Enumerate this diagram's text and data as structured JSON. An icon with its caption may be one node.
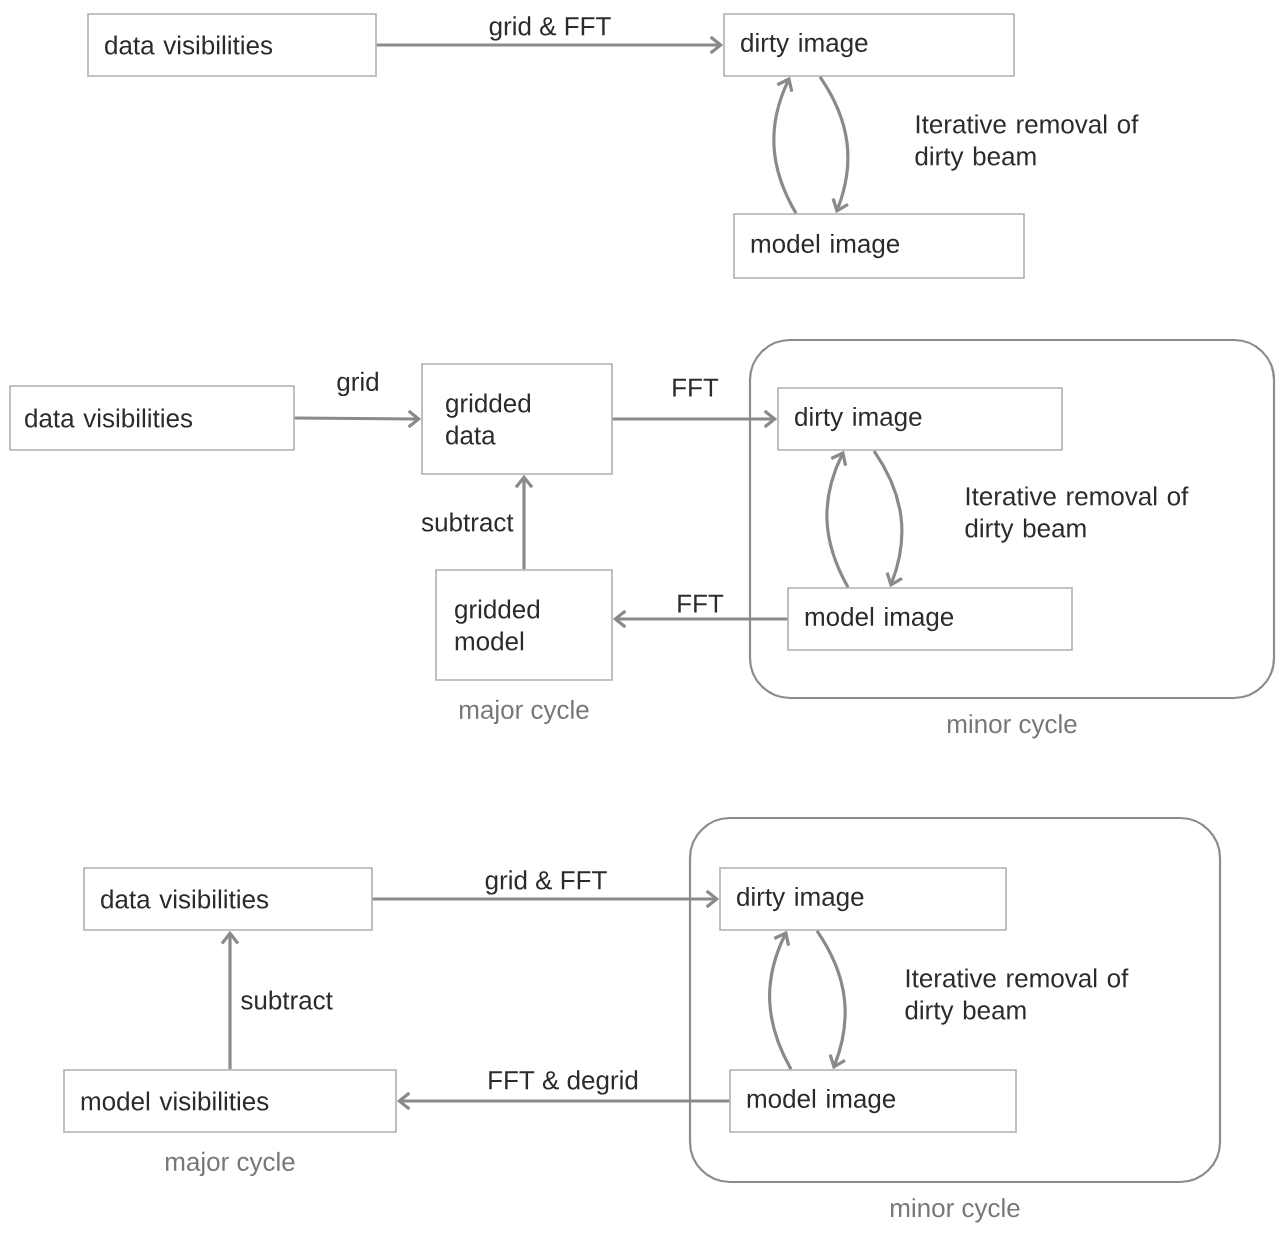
{
  "diagram": {
    "nodes": [
      {
        "text": [
          "data visibilities"
        ]
      },
      {
        "text": [
          "dirty image"
        ]
      },
      {
        "text": [
          "model image"
        ]
      },
      {
        "text": [
          "data visibilities"
        ]
      },
      {
        "text": [
          "gridded data"
        ]
      },
      {
        "text": [
          "minor cycle"
        ]
      },
      {
        "text": [
          "dirty image"
        ],
        "in": 5
      },
      {
        "text": [
          "model image"
        ],
        "in": 5
      },
      {
        "text": [
          "gridded model"
        ],
        "beside": [
          "major cycle"
        ]
      },
      {
        "text": [
          "minor cycle"
        ]
      },
      {
        "text": [
          "data visibilities"
        ]
      },
      {
        "text": [
          "dirty image"
        ],
        "in": 9
      },
      {
        "text": [
          "model image"
        ],
        "in": 9
      },
      {
        "text": [
          "model visibilities"
        ],
        "beside": [
          "major cycle"
        ]
      }
    ],
    "edges": [
      {
        "from": 0,
        "to": 1,
        "arrow": "to",
        "label": "grid & FFT"
      },
      {
        "from": 2,
        "to": 1,
        "arrow": "to"
      },
      {
        "from": 1,
        "to": 2,
        "arrow": "to"
      },
      {
        "from": 3,
        "to": 4,
        "arrow": "to",
        "label": "grid"
      },
      {
        "from": 4,
        "to": 6,
        "arrow": "to",
        "label": "FFT"
      },
      {
        "from": 7,
        "to": 6,
        "arrow": "to"
      },
      {
        "from": 6,
        "to": 7,
        "arrow": "to"
      },
      {
        "from": 7,
        "to": 8,
        "arrow": "to",
        "label": "FFT"
      },
      {
        "from": 8,
        "to": 4,
        "arrow": "to",
        "label": "subtract"
      },
      {
        "from": 10,
        "to": 11,
        "arrow": "to",
        "label": "grid & FFT"
      },
      {
        "from": 12,
        "to": 11,
        "arrow": "to"
      },
      {
        "from": 11,
        "to": 12,
        "arrow": "to"
      },
      {
        "from": 12,
        "to": 13,
        "arrow": "to",
        "label": "FFT & degrid"
      },
      {
        "from": 13,
        "to": 10,
        "arrow": "to",
        "label": "subtract"
      }
    ],
    "labels": [
      "Iterative removal of dirty beam",
      "Iterative removal of dirty beam",
      "Iterative removal of dirty beam"
    ]
  }
}
